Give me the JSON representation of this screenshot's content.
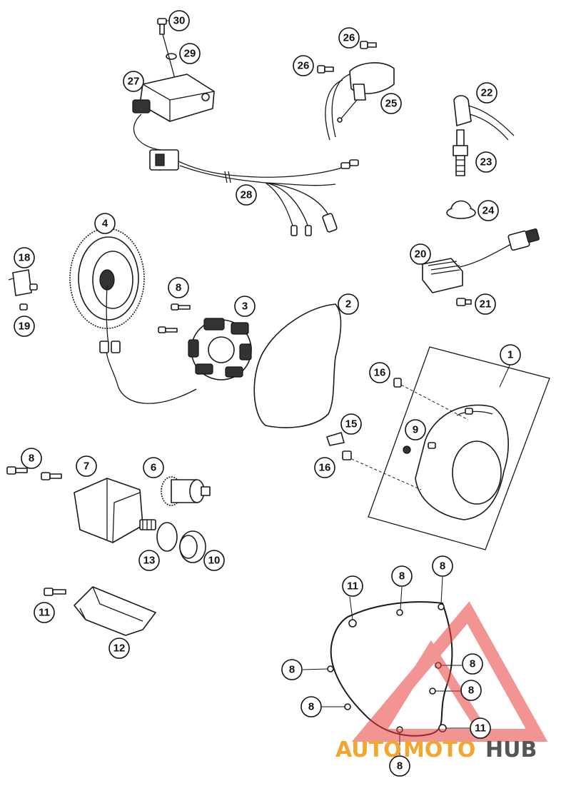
{
  "callouts": [
    {
      "id": "c30",
      "label": "30"
    },
    {
      "id": "c29",
      "label": "29"
    },
    {
      "id": "c27",
      "label": "27"
    },
    {
      "id": "c26a",
      "label": "26"
    },
    {
      "id": "c26b",
      "label": "26"
    },
    {
      "id": "c25",
      "label": "25"
    },
    {
      "id": "c22",
      "label": "22"
    },
    {
      "id": "c23",
      "label": "23"
    },
    {
      "id": "c24",
      "label": "24"
    },
    {
      "id": "c28",
      "label": "28"
    },
    {
      "id": "c4",
      "label": "4"
    },
    {
      "id": "c18",
      "label": "18"
    },
    {
      "id": "c19",
      "label": "19"
    },
    {
      "id": "c20",
      "label": "20"
    },
    {
      "id": "c21",
      "label": "21"
    },
    {
      "id": "c8a",
      "label": "8"
    },
    {
      "id": "c3",
      "label": "3"
    },
    {
      "id": "c2",
      "label": "2"
    },
    {
      "id": "c1",
      "label": "1"
    },
    {
      "id": "c16a",
      "label": "16"
    },
    {
      "id": "c15",
      "label": "15"
    },
    {
      "id": "c9",
      "label": "9"
    },
    {
      "id": "c16b",
      "label": "16"
    },
    {
      "id": "c8b",
      "label": "8"
    },
    {
      "id": "c7",
      "label": "7"
    },
    {
      "id": "c6",
      "label": "6"
    },
    {
      "id": "c13",
      "label": "13"
    },
    {
      "id": "c10",
      "label": "10"
    },
    {
      "id": "c11a",
      "label": "11"
    },
    {
      "id": "c12",
      "label": "12"
    },
    {
      "id": "c11b",
      "label": "11"
    },
    {
      "id": "c8c",
      "label": "8"
    },
    {
      "id": "c8d",
      "label": "8"
    },
    {
      "id": "c8e",
      "label": "8"
    },
    {
      "id": "c8f",
      "label": "8"
    },
    {
      "id": "c8g",
      "label": "8"
    },
    {
      "id": "c8h",
      "label": "8"
    },
    {
      "id": "c11c",
      "label": "11"
    },
    {
      "id": "c8i",
      "label": "8"
    }
  ],
  "watermark": {
    "part1": "AUTO",
    "part2": "MOTO",
    "part3": "HUB",
    "color_red": "#e8403a",
    "color_orange": "#f2a531",
    "color_gray": "#555555"
  }
}
